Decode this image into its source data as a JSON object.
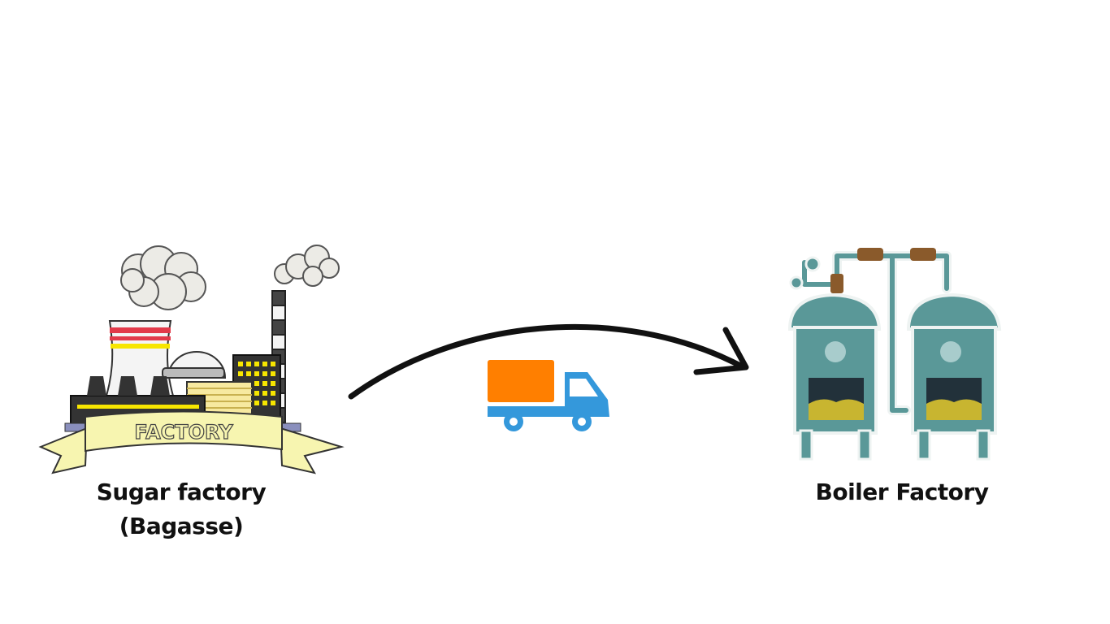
{
  "nodes": {
    "source": {
      "title": "Sugar factory",
      "subtitle": "(Bagasse)",
      "banner_text": "FACTORY",
      "icon": "factory-icon"
    },
    "target": {
      "title": "Boiler Factory",
      "icon": "boiler-icon"
    }
  },
  "connector": {
    "icon": "truck-icon",
    "arrow": "curved-arrow-icon"
  },
  "colors": {
    "truck_cargo": "#ff7f00",
    "truck_body": "#3498db",
    "arrow": "#111111",
    "boiler": "#5a9898",
    "ribbon": "#f7f5b0"
  }
}
